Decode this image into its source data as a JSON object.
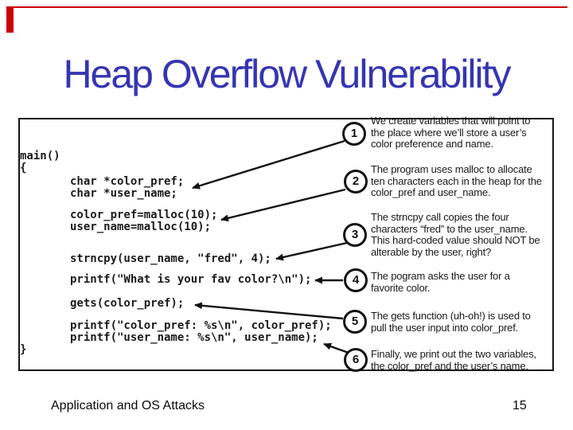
{
  "slide": {
    "title": "Heap Overflow Vulnerability",
    "footer_left": "Application and OS Attacks",
    "page_number": "15"
  },
  "colors": {
    "title_blue": "#3535b2",
    "accent_red": "#cc0000",
    "figure_border": "#151515"
  },
  "figure": {
    "code_lines": [
      "main()",
      "{",
      "char *color_pref;",
      "char *user_name;",
      "color_pref=malloc(10);",
      "user_name=malloc(10);",
      "strncpy(user_name, \"fred\", 4);",
      "printf(\"What is your fav color?\\n\");",
      "gets(color_pref);",
      "printf(\"color_pref: %s\\n\", color_pref);",
      "printf(\"user_name: %s\\n\", user_name);",
      "}"
    ],
    "annotations": [
      {
        "number": "1",
        "lines": [
          "We create variables that will point to",
          "the place where we’ll store a user’s",
          "color preference and name."
        ]
      },
      {
        "number": "2",
        "lines": [
          "The program uses malloc to allocate",
          "ten characters each in the heap for the",
          "color_pref and user_name."
        ]
      },
      {
        "number": "3",
        "lines": [
          "The strncpy call copies the four",
          "characters “fred”  to the user_name.",
          "This hard-coded value should NOT be",
          "alterable by the user, right?"
        ]
      },
      {
        "number": "4",
        "lines": [
          "The pogram asks the user for a",
          "favorite color."
        ]
      },
      {
        "number": "5",
        "lines": [
          "The gets function (uh-oh!) is used to",
          "pull the user input into color_pref."
        ]
      },
      {
        "number": "6",
        "lines": [
          "Finally, we print out the two variables,",
          "the color_pref and the user’s name."
        ]
      }
    ]
  }
}
